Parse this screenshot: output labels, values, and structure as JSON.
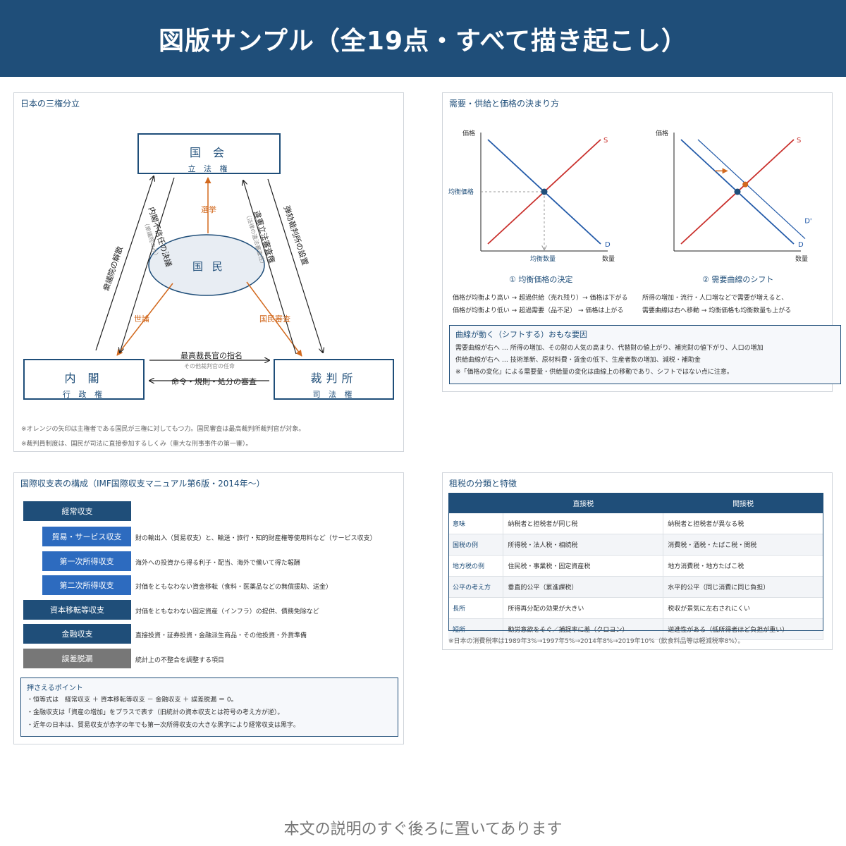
{
  "header": {
    "title": "図版サンプル（全19点・すべて描き起こし）"
  },
  "footer": {
    "note": "本文の説明のすぐ後ろに置いてあります"
  },
  "powers": {
    "title": "日本の三権分立",
    "diet": {
      "name": "国 会",
      "sub": "立 法 権"
    },
    "cabinet": {
      "name": "内 閣",
      "sub": "行 政 権"
    },
    "court": {
      "name": "裁判所",
      "sub": "司 法 権"
    },
    "people": "国 民",
    "edges": {
      "election": "選挙",
      "opinion": "世論",
      "review": "国民審査",
      "dissolution": "衆議院の解散",
      "no_confidence": "内閣不信任の決議",
      "no_confidence_sub": "（衆議院のみ）",
      "judicial_review": "違憲立法審査権",
      "judicial_review_sub": "（法律の違法審査性）",
      "impeachment": "弾劾裁判所の設置",
      "nomination": "最高裁長官の指名",
      "nomination_sub": "その他裁判官の任命",
      "orders_review": "命令・規則・処分の審査"
    },
    "notes": [
      "※オレンジの矢印は主権者である国民が三権に対してもつ力。国民審査は最高裁判所裁判官が対象。",
      "※裁判員制度は、国民が司法に直接参加するしくみ（重大な刑事事件の第一審）。"
    ],
    "colors": {
      "navy": "#1f4e79",
      "orange": "#d2691e"
    }
  },
  "sd": {
    "title": "需要・供給と価格の決まり方",
    "chart_data": [
      {
        "type": "line",
        "title": "① 均衡価格の決定",
        "xlabel": "数量",
        "ylabel": "価格",
        "series": [
          {
            "name": "S",
            "x": [
              0,
              1
            ],
            "y": [
              0,
              1
            ]
          },
          {
            "name": "D",
            "x": [
              0,
              1
            ],
            "y": [
              1,
              0
            ]
          }
        ],
        "annotations": [
          "均衡価格",
          "均衡数量"
        ],
        "equilibrium": {
          "x": 0.5,
          "y": 0.5
        }
      },
      {
        "type": "line",
        "title": "② 需要曲線のシフト",
        "xlabel": "数量",
        "ylabel": "価格",
        "series": [
          {
            "name": "S",
            "x": [
              0,
              1
            ],
            "y": [
              0,
              1
            ]
          },
          {
            "name": "D",
            "x": [
              0,
              1
            ],
            "y": [
              1,
              0
            ]
          },
          {
            "name": "D'",
            "x": [
              0.15,
              1.1
            ],
            "y": [
              1,
              0.05
            ]
          }
        ],
        "equilibrium": {
          "x": 0.5,
          "y": 0.5
        },
        "new_equilibrium": {
          "x": 0.57,
          "y": 0.57
        }
      }
    ],
    "left_lines": [
      "価格が均衡より高い → 超過供給（売れ残り）→ 価格は下がる",
      "価格が均衡より低い → 超過需要（品不足） → 価格は上がる"
    ],
    "right_lines": [
      "所得の増加・流行・人口増などで需要が増えると、",
      "需要曲線は右へ移動 → 均衡価格も均衡数量も上がる"
    ],
    "shift_box": {
      "title": "曲線が動く（シフトする）おもな要因",
      "lines": [
        "需要曲線が右へ … 所得の増加、その財の人気の高まり、代替財の値上がり、補完財の値下がり、人口の増加",
        "供給曲線が右へ … 技術革新、原材料費・賃金の低下、生産者数の増加、減税・補助金",
        "※「価格の変化」による需要量・供給量の変化は曲線上の移動であり、シフトではない点に注意。"
      ]
    },
    "colors": {
      "demand": "#2159a8",
      "supply": "#c9302c",
      "point": "#1f4e79",
      "shift": "#d2691e"
    }
  },
  "bop": {
    "title": "国際収支表の構成（IMF国際収支マニュアル第6版・2014年〜）",
    "rows": [
      {
        "label": "経常収支",
        "desc": ""
      },
      {
        "label": "貿易・サービス収支",
        "desc": "財の輸出入（貿易収支）と、輸送・旅行・知的財産権等使用料など（サービス収支）"
      },
      {
        "label": "第一次所得収支",
        "desc": "海外への投資から得る利子・配当、海外で働いて得た報酬"
      },
      {
        "label": "第二次所得収支",
        "desc": "対価をともなわない資金移転（食料・医薬品などの無償援助、送金）"
      },
      {
        "label": "資本移転等収支",
        "desc": "対価をともなわない固定資産（インフラ）の提供、債務免除など"
      },
      {
        "label": "金融収支",
        "desc": "直接投資・証券投資・金融派生商品・その他投資・外貨準備"
      },
      {
        "label": "誤差脱漏",
        "desc": "統計上の不整合を調整する項目"
      }
    ],
    "points": {
      "title": "押さえるポイント",
      "lines": [
        "・恒等式は　経常収支 ＋ 資本移転等収支 － 金融収支 ＋ 誤差脱漏 ＝ 0。",
        "・金融収支は「資産の増加」をプラスで表す（旧統計の資本収支とは符号の考え方が逆）。",
        "・近年の日本は、貿易収支が赤字の年でも第一次所得収支の大きな黒字により経常収支は黒字。"
      ]
    },
    "colors": {
      "main": "#1f4e79",
      "sub": "#2d6bbf",
      "gray": "#777777"
    }
  },
  "tax": {
    "title": "租税の分類と特徴",
    "headers": [
      "",
      "直接税",
      "間接税"
    ],
    "rows": [
      [
        "意味",
        "納税者と担税者が同じ税",
        "納税者と担税者が異なる税"
      ],
      [
        "国税の例",
        "所得税・法人税・相続税",
        "消費税・酒税・たばこ税・関税"
      ],
      [
        "地方税の例",
        "住民税・事業税・固定資産税",
        "地方消費税・地方たばこ税"
      ],
      [
        "公平の考え方",
        "垂直的公平（累進課税）",
        "水平的公平（同じ消費に同じ負担）"
      ],
      [
        "長所",
        "所得再分配の効果が大きい",
        "税収が景気に左右されにくい"
      ],
      [
        "短所",
        "勤労意欲をそぐ／捕捉率に差（クロヨン）",
        "逆進性がある（低所得者ほど負担が重い）"
      ]
    ],
    "note": "※日本の消費税率は1989年3%→1997年5%→2014年8%→2019年10%（飲食料品等は軽減税率8%）。"
  }
}
